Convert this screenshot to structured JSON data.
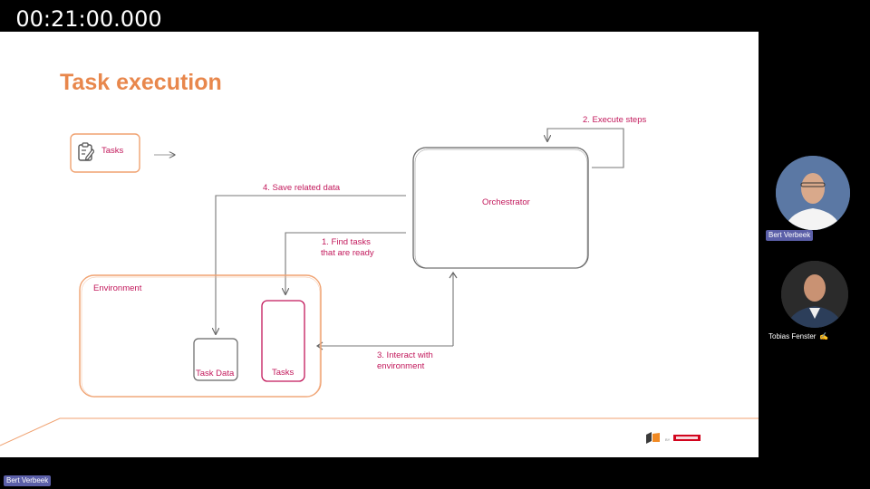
{
  "recording": {
    "timestamp": "00:21:00.000"
  },
  "slide": {
    "title": "Task execution",
    "diagram": {
      "tasks_chip": "Tasks",
      "orchestrator": "Orchestrator",
      "environment": "Environment",
      "task_data": "Task Data",
      "tasks_store": "Tasks",
      "step1_line1": "1. Find tasks",
      "step1_line2": "that are ready",
      "step2": "2. Execute steps",
      "step3_line1": "3. Interact with",
      "step3_line2": "environment",
      "step4": "4. Save related data"
    },
    "colors": {
      "title": "#e8874c",
      "accent_red": "#c2185b",
      "sketch_gray": "#555555",
      "orange_box": "#f0a271"
    }
  },
  "participants": [
    {
      "name": "Bert Verbeek",
      "badge": true,
      "avatar_icon": "person-avatar-icon"
    },
    {
      "name": "Tobias Fenster",
      "badge": false,
      "avatar_icon": "person-avatar-icon"
    }
  ],
  "active_speaker": {
    "name": "Bert Verbeek"
  }
}
